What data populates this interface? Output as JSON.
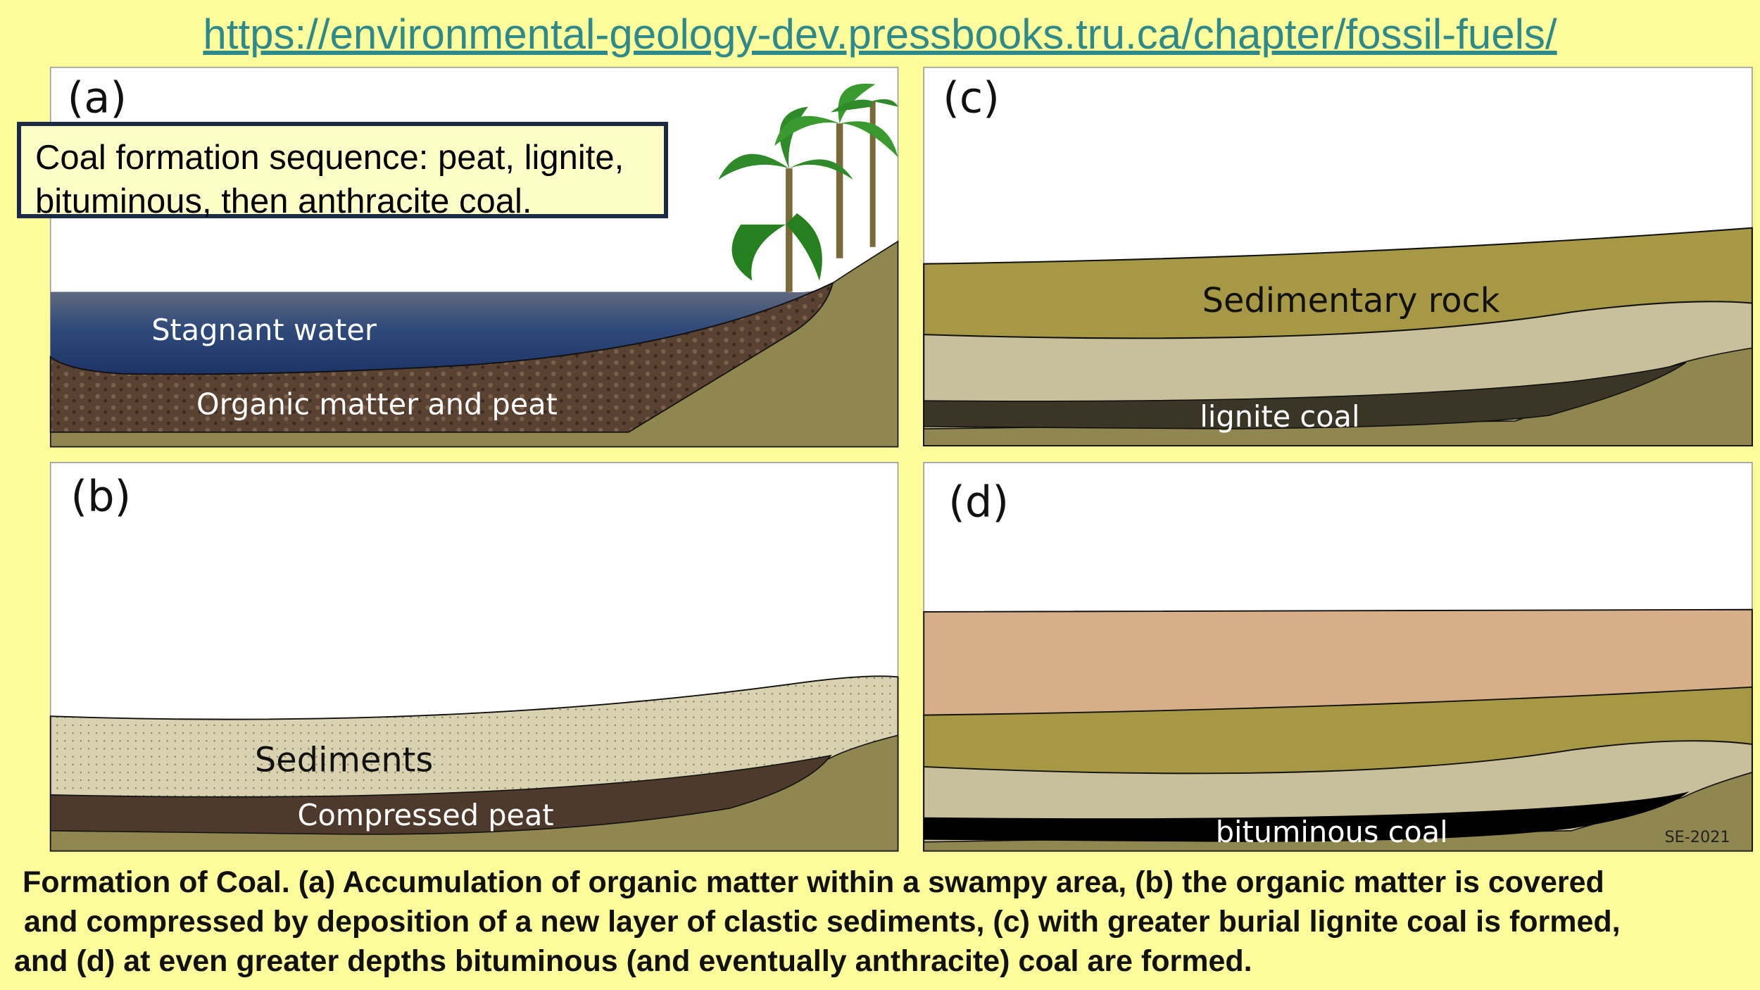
{
  "banner": {
    "url": "https://environmental-geology-dev.pressbooks.tru.ca/chapter/fossil-fuels/"
  },
  "callout": {
    "text": "Coal formation sequence: peat, lignite, bituminous, then anthracite coal."
  },
  "panels": {
    "a": {
      "label": "(a)",
      "water": "Stagnant water",
      "peat": "Organic matter and peat"
    },
    "b": {
      "label": "(b)",
      "sediments": "Sediments",
      "peat": "Compressed peat"
    },
    "c": {
      "label": "(c)",
      "rock": "Sedimentary rock",
      "coal": "lignite coal"
    },
    "d": {
      "label": "(d)",
      "coal": "bituminous coal",
      "credit": "SE-2021"
    }
  },
  "caption": {
    "lines": [
      "Formation of Coal. (a) Accumulation of organic matter within a swampy area, (b) the organic matter is covered",
      "and compressed by deposition of a new layer of clastic sediments, (c) with greater burial lignite coal is formed,",
      "and (d) at even greater depths bituminous (and eventually anthracite) coal are formed."
    ]
  },
  "colors": {
    "banner": "#fdfd9c",
    "link": "#2e8a8a",
    "olive": "#a69845",
    "ground": "#8f8650",
    "light": "#c8c09a",
    "tan": "#d6ae87",
    "water": "#25406f",
    "peat": "#5a4233"
  }
}
